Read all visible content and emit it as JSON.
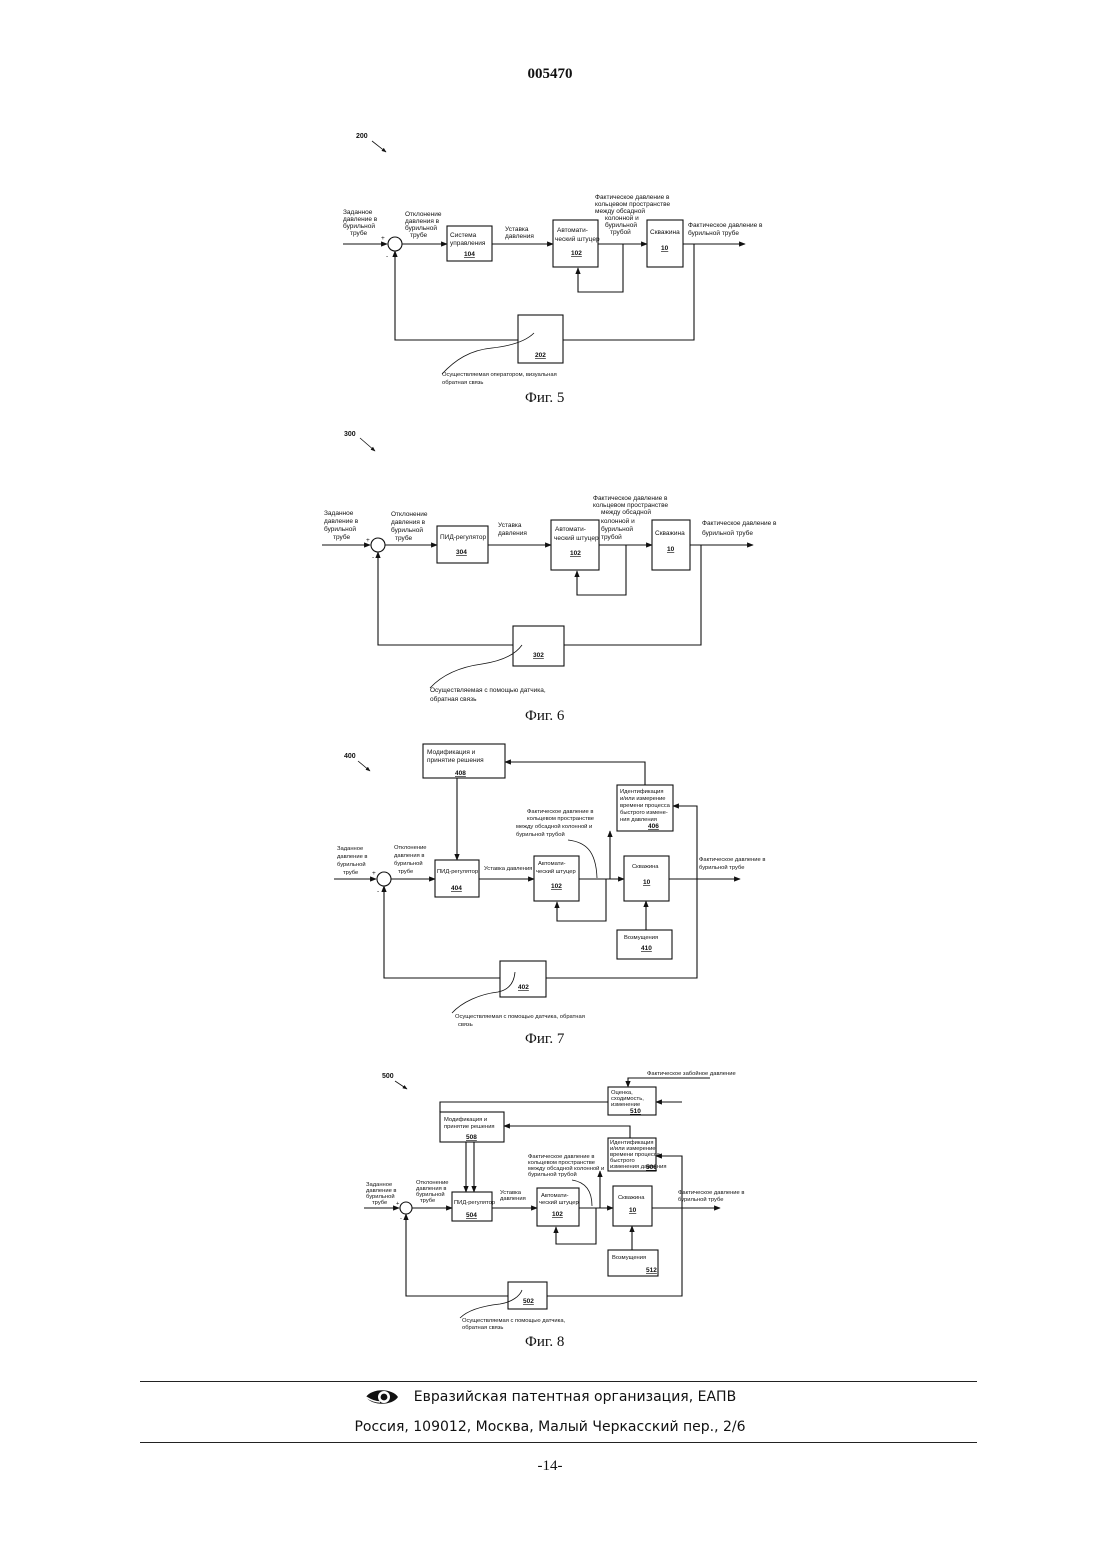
{
  "header": {
    "doc_number": "005470"
  },
  "fig5": {
    "ref": "200",
    "caption": "Фиг. 5",
    "in_l1": "Заданное",
    "in_l2": "давление в",
    "in_l3": "бурильной",
    "in_l4": "трубе",
    "dev_l1": "Отклонение",
    "dev_l2": "давления в",
    "dev_l3": "бурильной",
    "dev_l4": "трубе",
    "ctrl_l1": "Система",
    "ctrl_l2": "управления",
    "ctrl_num": "104",
    "sp_l1": "Уставка",
    "sp_l2": "давления",
    "choke_l1": "Автомати-",
    "choke_l2": "ческий штуцер",
    "choke_num": "102",
    "ann_l1": "Фактическое давление в",
    "ann_l2": "кольцевом пространстве",
    "ann_l3": "между обсадной",
    "ann_l4": "колонной и",
    "ann_l5": "бурильной",
    "ann_l6": "трубой",
    "well_l1": "Скважина",
    "well_num": "10",
    "out_l1": "Фактическое давление в",
    "out_l2": "бурильной трубе",
    "fb_num": "202",
    "fb_l1": "Осуществляемая оператором, визуальная",
    "fb_l2": "обратная связь",
    "plus": "+",
    "minus": "-"
  },
  "fig6": {
    "ref": "300",
    "caption": "Фиг. 6",
    "in_l1": "Заданное",
    "in_l2": "давление в",
    "in_l3": "бурильной",
    "in_l4": "трубе",
    "dev_l1": "Отклонение",
    "dev_l2": "давления в",
    "dev_l3": "бурильной",
    "dev_l4": "трубе",
    "ctrl_l1": "ПИД-регулятор",
    "ctrl_num": "304",
    "sp_l1": "Уставка",
    "sp_l2": "давления",
    "choke_l1": "Автомати-",
    "choke_l2": "ческий штуцер",
    "choke_num": "102",
    "ann_l1": "Фактическое давление в",
    "ann_l2": "кольцевом пространстве",
    "ann_l3": "между обсадной",
    "ann_l4": "колонной и",
    "ann_l5": "бурильной",
    "ann_l6": "трубой",
    "well_l1": "Скважина",
    "well_num": "10",
    "out_l1": "Фактическое давление в",
    "out_l2": "бурильной трубе",
    "fb_num": "302",
    "fb_l1": "Осуществляемая с помощью датчика,",
    "fb_l2": "обратная связь",
    "plus": "+",
    "minus": "-"
  },
  "fig7": {
    "ref": "400",
    "caption": "Фиг. 7",
    "mod_l1": "Модификация и",
    "mod_l2": "принятие решения",
    "mod_num": "408",
    "id_l1": "Идентификация",
    "id_l2": "и/или измерение",
    "id_l3": "времени процесса",
    "id_l4": "быстрого измене-",
    "id_l5": "ния давления",
    "id_num": "406",
    "ann_l1": "Фактическое давление в",
    "ann_l2": "кольцевом пространстве",
    "ann_l3": "между обсадной колонной и",
    "ann_l4": "бурильной трубой",
    "in_l1": "Заданное",
    "in_l2": "давление в",
    "in_l3": "бурильной",
    "in_l4": "трубе",
    "dev_l1": "Отклонение",
    "dev_l2": "давления в",
    "dev_l3": "бурильной",
    "dev_l4": "трубе",
    "ctrl_l1": "ПИД-регулятор",
    "ctrl_num": "404",
    "sp_l1": "Уставка давления",
    "choke_l1": "Автомати-",
    "choke_l2": "ческий штуцер",
    "choke_num": "102",
    "well_l1": "Скважина",
    "well_num": "10",
    "out_l1": "Фактическое давление в",
    "out_l2": "бурильной трубе",
    "dist_l1": "Возмущения",
    "dist_num": "410",
    "fb_num": "402",
    "fb_l1": "Осуществляемая с помощью датчика, обратная",
    "fb_l2": "связь",
    "plus": "+",
    "minus": "-"
  },
  "fig8": {
    "ref": "500",
    "caption": "Фиг. 8",
    "bhp_l1": "Фактическое забойное давление",
    "est_l1": "Оценка,",
    "est_l2": "сходимость,",
    "est_l3": "изменение",
    "est_num": "510",
    "mod_l1": "Модификация и",
    "mod_l2": "принятие решения",
    "mod_num": "508",
    "id_l1": "Идентификация",
    "id_l2": "и/или измерение",
    "id_l3": "времени процесса",
    "id_l4": "быстрого",
    "id_l5": "изменения давления",
    "id_num": "506",
    "ann_l1": "Фактическое давление в",
    "ann_l2": "кольцевом пространстве",
    "ann_l3": "между обсадной колонной и",
    "ann_l4": "бурильной трубой",
    "in_l1": "Заданное",
    "in_l2": "давление в",
    "in_l3": "бурильной",
    "in_l4": "трубе",
    "dev_l1": "Отклонение",
    "dev_l2": "давления в",
    "dev_l3": "бурильной",
    "dev_l4": "трубе",
    "ctrl_l1": "ПИД-регулятор",
    "ctrl_num": "504",
    "sp_l1": "Уставка",
    "sp_l2": "давления",
    "choke_l1": "Автомати-",
    "choke_l2": "ческий штуцер",
    "choke_num": "102",
    "well_l1": "Скважина",
    "well_num": "10",
    "out_l1": "Фактическое давление в",
    "out_l2": "бурильной трубе",
    "dist_l1": "Возмущения",
    "dist_num": "512",
    "fb_num": "502",
    "fb_l1": "Осуществляемая с помощью датчика,",
    "fb_l2": "обратная связь",
    "plus": "+",
    "minus": "-"
  },
  "footer": {
    "org": "Евразийская патентная организация, ЕАПВ",
    "address": "Россия, 109012, Москва, Малый Черкасский пер., 2/6",
    "page": "-14-",
    "logo_icon": "eapo-eye-logo"
  }
}
